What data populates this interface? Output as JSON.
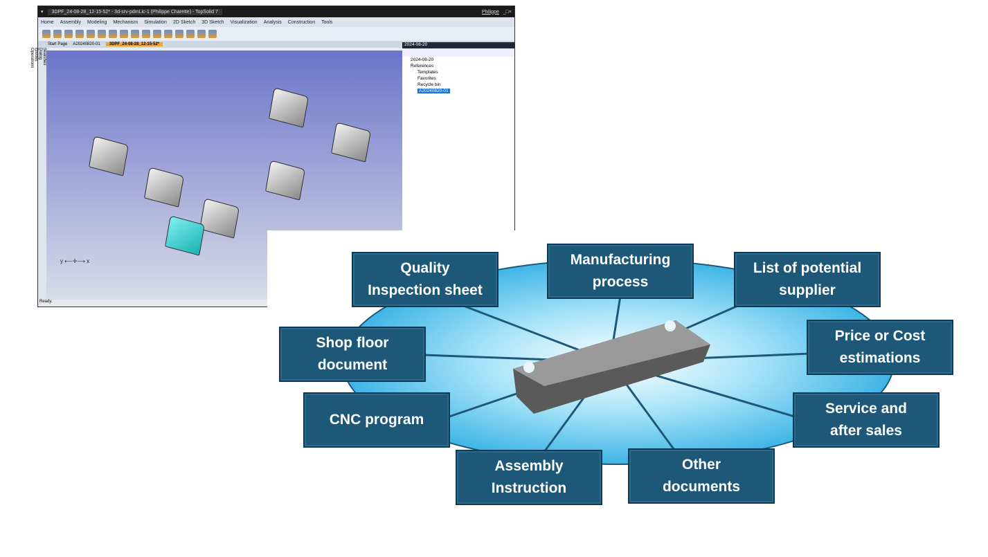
{
  "window": {
    "title": "3DPF_24-08-28_12-15-52* - 3d-srv-pdmLic-1 (Philippe Charette) - TopSolid 7",
    "user": "Philippe",
    "controls": "_□×"
  },
  "menu": [
    "Home",
    "Assembly",
    "Modeling",
    "Mechanism",
    "Simulation",
    "2D Sketch",
    "3D Sketch",
    "Visualization",
    "Analysis",
    "Construction",
    "Tools"
  ],
  "doc_tabs": [
    "Start Page",
    "A20240820-01",
    "3DPF_24-08-28_12-15-52*"
  ],
  "side_tabs": [
    "Searches",
    "Dialog",
    "Entities",
    "Operations"
  ],
  "tree": {
    "header": "2024-08-20",
    "items": [
      "2024-08-20",
      "References",
      "Templates",
      "Favorites",
      "Recycle bin",
      "A20240820-01"
    ]
  },
  "status": "Ready.",
  "diagram": {
    "boxes": [
      "Quality\nInspection sheet",
      "Manufacturing\nprocess",
      "List of potential\nsupplier",
      "Shop floor\ndocument",
      "Price or Cost\nestimations",
      "CNC program",
      "Service and\nafter sales",
      "Assembly\nInstruction",
      "Other\ndocuments"
    ]
  },
  "colors": {
    "box": "#1d5878",
    "ellipse": "#5cc8ee"
  }
}
